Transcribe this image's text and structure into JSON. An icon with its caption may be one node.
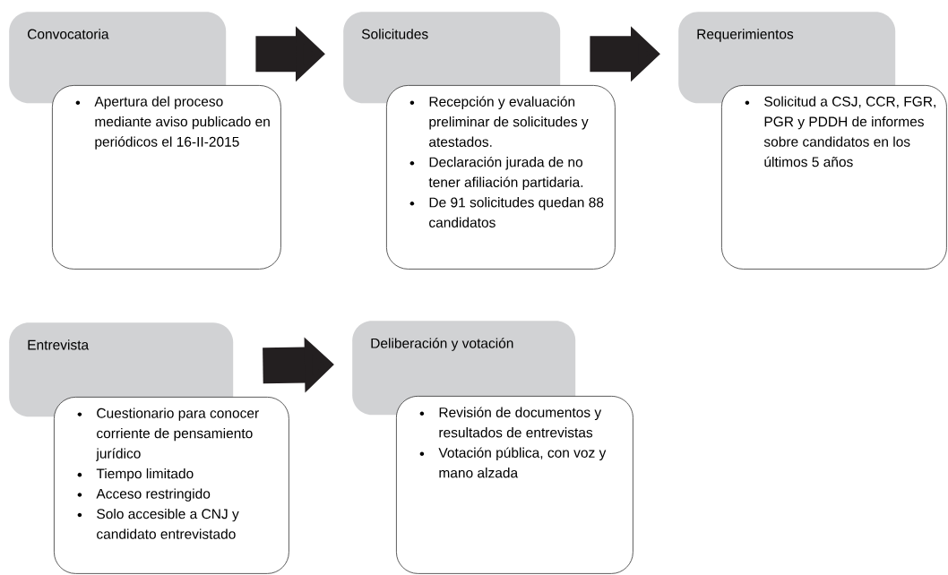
{
  "diagram": {
    "nodes": [
      {
        "text": [
          "Convocatoria"
        ]
      },
      {
        "text": [
          "Apertura del proceso mediante aviso publicado en periódicos el 16-II-2015"
        ]
      },
      {
        "text": [
          "Solicitudes"
        ]
      },
      {
        "text": [
          "Recepción y evaluación preliminar de solicitudes y atestados.",
          "Declaración jurada de no tener afiliación partidaria.",
          "De 91 solicitudes quedan 88 candidatos"
        ]
      },
      {
        "text": [
          "Requerimientos"
        ]
      },
      {
        "text": [
          "Solicitud a CSJ, CCR, FGR, PGR y PDDH de informes sobre candidatos en los últimos 5 años"
        ]
      },
      {
        "text": [
          "Entrevista"
        ]
      },
      {
        "text": [
          "Cuestionario para conocer corriente de pensamiento jurídico",
          "Tiempo limitado",
          "Acceso restringido",
          "Solo accesible a CNJ y candidato entrevistado"
        ]
      },
      {
        "text": [
          "Deliberación y votación"
        ]
      },
      {
        "text": [
          "Revisión de documentos y resultados de entrevistas",
          "Votación pública, con voz y mano alzada"
        ]
      }
    ],
    "edges": [
      {
        "from": 0,
        "to": 2,
        "arrow": "to"
      },
      {
        "from": 2,
        "to": 4,
        "arrow": "to"
      },
      {
        "from": 6,
        "to": 8,
        "arrow": "to"
      }
    ]
  }
}
